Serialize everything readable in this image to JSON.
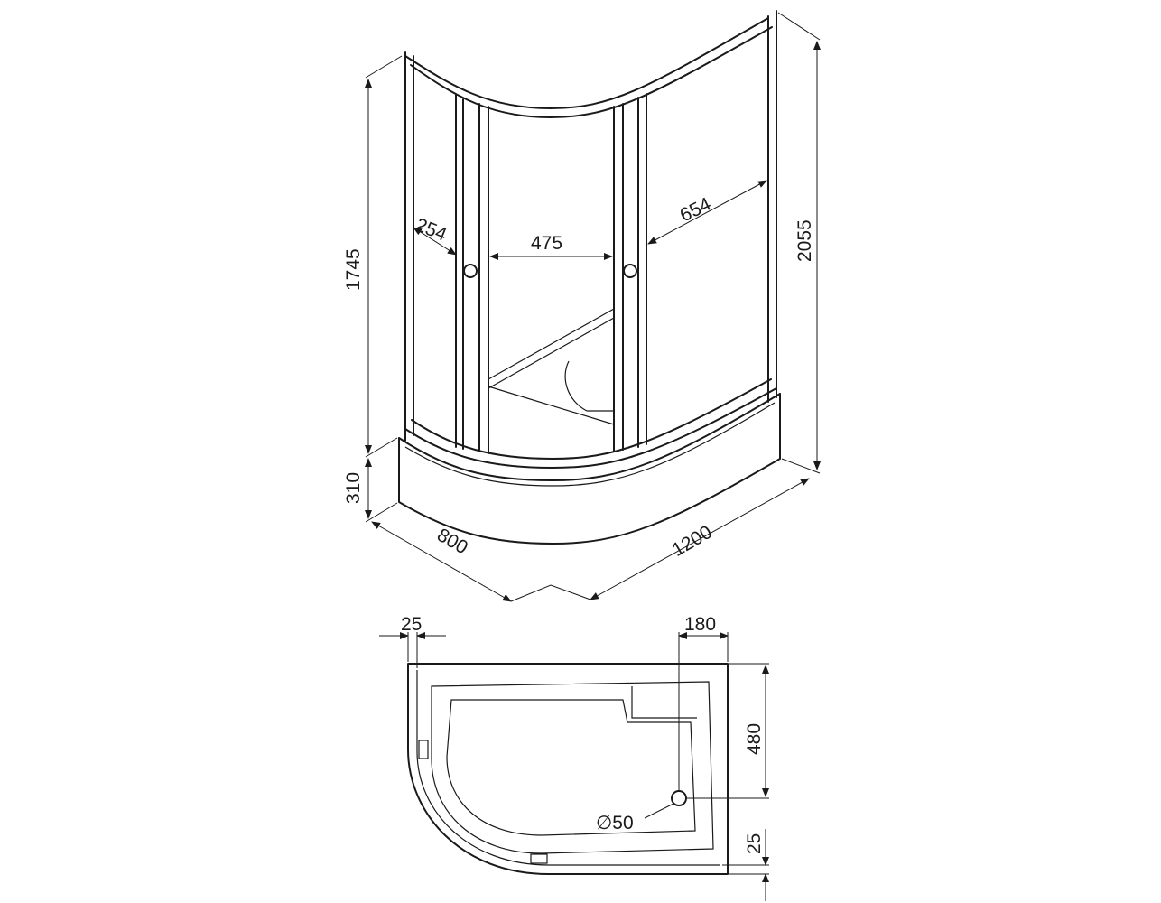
{
  "drawing": {
    "door_panel_width": "254",
    "door_opening_width": "475",
    "side_panel_width": "654",
    "panel_height": "1745",
    "total_height": "2055",
    "tray_height": "310",
    "depth": "800",
    "length": "1200",
    "wall_offset": "25",
    "drain_offset": "180",
    "drain_depth_offset": "480",
    "drain_diameter": "∅50",
    "bottom_offset": "25"
  },
  "colors": {
    "line": "#1a1a1a",
    "background": "#ffffff"
  }
}
